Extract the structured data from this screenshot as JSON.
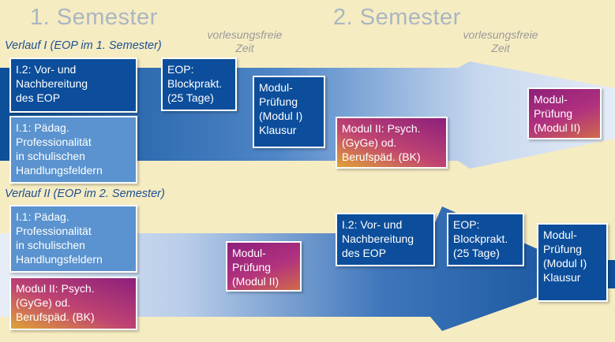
{
  "semesters": {
    "first": "1. Semester",
    "second": "2. Semester"
  },
  "lecture_free": {
    "line1": "vorlesungsfreie",
    "line2": "Zeit"
  },
  "path1": {
    "title": "Verlauf I (EOP im 1. Semester)",
    "box_i2": [
      "I.2: Vor- und",
      "Nachbereitung",
      "des EOP"
    ],
    "box_i1": [
      "I.1: Pädag.",
      "Professionalität",
      "in schulischen",
      "Handlungsfeldern"
    ],
    "box_eop": [
      "EOP:",
      "Blockprakt.",
      "(25 Tage)"
    ],
    "box_exam1": [
      "Modul-",
      "Prüfung",
      "(Modul I)",
      "Klausur"
    ],
    "box_mod2": [
      "Modul II: Psych.",
      "(GyGe) od.",
      "Berufspäd. (BK)"
    ],
    "box_exam2": [
      "Modul-",
      "Prüfung",
      "(Modul II)"
    ]
  },
  "path2": {
    "title": "Verlauf II (EOP im 2. Semester)",
    "box_i1": [
      "I.1: Pädag.",
      "Professionalität",
      "in schulischen",
      "Handlungsfeldern"
    ],
    "box_mod2": [
      "Modul II: Psych.",
      "(GyGe) od.",
      "Berufspäd. (BK)"
    ],
    "box_exam2": [
      "Modul-",
      "Prüfung",
      "(Modul II)"
    ],
    "box_i2": [
      "I.2: Vor- und",
      "Nachbereitung",
      "des EOP"
    ],
    "box_eop": [
      "EOP:",
      "Blockprakt.",
      "(25 Tage)"
    ],
    "box_exam1": [
      "Modul-",
      "Prüfung",
      "(Modul I)",
      "Klausur"
    ]
  },
  "colors": {
    "background": "#f6ecc2",
    "dark_blue": "#0c4e9b",
    "light_blue": "#5a93cf",
    "magenta": "#9c2a7e",
    "orange": "#e0a335"
  }
}
